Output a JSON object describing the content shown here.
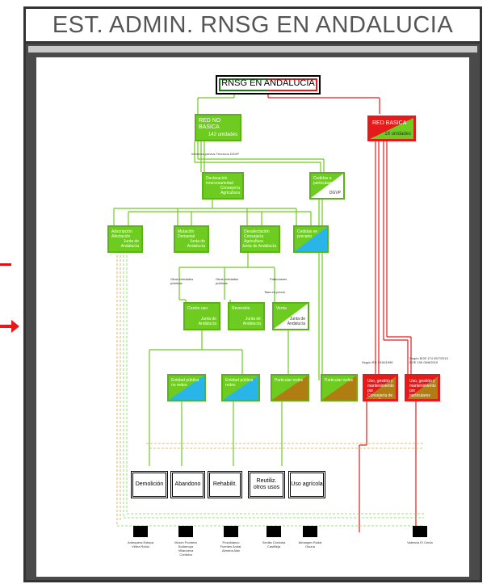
{
  "title": "EST. ADMIN. RNSG EN ANDALUCIA",
  "root": {
    "label": "RNSG EN ANDALUCIA"
  },
  "red_no_basica": {
    "label": "RED NO BASICA",
    "count": "142 unidades"
  },
  "red_basica": {
    "label": "RED BASICA",
    "count": "16 unidades"
  },
  "note_informes": "Informes previos Técnicos DGVP",
  "n_declaracion": {
    "label": "Declaración innecesariedad",
    "sub": "Consejería Agricultura"
  },
  "n_cedidas_particulares": {
    "label": "Cedidas a particulares",
    "sub": "DGVP"
  },
  "n_adscripcion": {
    "label": "Adscripción Afectación",
    "sub": "Junta de Andalucía"
  },
  "n_mutacion": {
    "label": "Mutación Demanial",
    "sub": "Junta de Andalucía"
  },
  "n_desafectacion": {
    "label": "Desafectación Consejería Agricultura",
    "sub": "Junta de Andalucía"
  },
  "n_cedidas_precario": {
    "label": "Cedidas en precario",
    "sub": ""
  },
  "lbl_otras1": "Otras entidades públicas",
  "lbl_otras2": "Otras entidades públicas",
  "lbl_particulares": "Particulares",
  "lbl_tasa": "Tasa en precio",
  "n_cesion_uso": {
    "label": "Cesión uso",
    "sub": "Junta de Andalucía"
  },
  "n_reversion": {
    "label": "Reversión",
    "sub": "Junta de Andalucía"
  },
  "n_venta": {
    "label": "Venta",
    "sub": "Junta de Andalucía"
  },
  "n_entidad_no_redes": {
    "label": "Entidad pública no redes"
  },
  "n_entidad_redes": {
    "label": "Entidad pública redes"
  },
  "n_particular_redes": {
    "label": "Particular redes"
  },
  "n_particular_redes2": {
    "label": "Particular redes"
  },
  "lbl_segun1": "Según RD 1516/1996",
  "lbl_segun2": "Según BOE 174 05/7/2010 BOE 190 06/8/2010",
  "n_uso_gestion": {
    "label": "Uso, gestión y mantenimiento por Consejería de agricultura"
  },
  "n_uso_gestion2": {
    "label": "Uso, gestión y mantenimiento por particulares"
  },
  "end_boxes": [
    "Demolición",
    "Abandono",
    "Rehabilit.",
    "Reutiliz. otros usos",
    "Uso agrícola"
  ],
  "sites": [
    "Antequera Estepa Vélez-Rubio",
    "Morón Frontera Bollarroya Villanueva Córdoba",
    "Pozoblanco Fuentes Andal. Almería-Mar",
    "Sevilla Córdoba Castilleja",
    "Almargen Rodal Osuna",
    "Valencia El Cerdo"
  ],
  "colors": {
    "green": "#6ecb1f",
    "red": "#e51b1b",
    "cyan": "#2ab5e8",
    "brown": "#b07d12",
    "frame": "#4a4a4a"
  }
}
